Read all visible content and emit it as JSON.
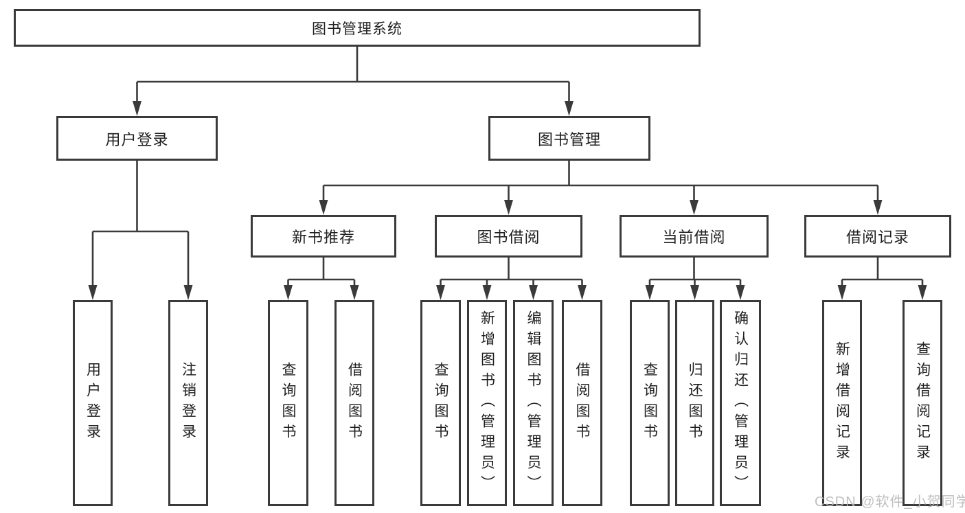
{
  "diagram": {
    "title": "图书管理系统",
    "root": {
      "label": "图书管理系统"
    },
    "level2": [
      {
        "label": "用户登录"
      },
      {
        "label": "图书管理"
      }
    ],
    "level3": [
      {
        "label": "新书推荐"
      },
      {
        "label": "图书借阅"
      },
      {
        "label": "当前借阅"
      },
      {
        "label": "借阅记录"
      }
    ],
    "leaves": {
      "user": [
        "用户登录",
        "注销登录"
      ],
      "recommend": [
        "查询图书",
        "借阅图书"
      ],
      "borrow": [
        "查询图书",
        "新增图书（管理员）",
        "编辑图书（管理员）",
        "借阅图书"
      ],
      "current": [
        "查询图书",
        "归还图书",
        "确认归还（管理员）"
      ],
      "records": [
        "新增借阅记录",
        "查询借阅记录"
      ]
    }
  },
  "watermark": "CSDN @软件_小贺同学",
  "colors": {
    "line": "#3a3a3a",
    "box_border": "#3a3a3a",
    "text": "#1f1f1f",
    "watermark": "#b9b9b9",
    "background": "#ffffff"
  }
}
